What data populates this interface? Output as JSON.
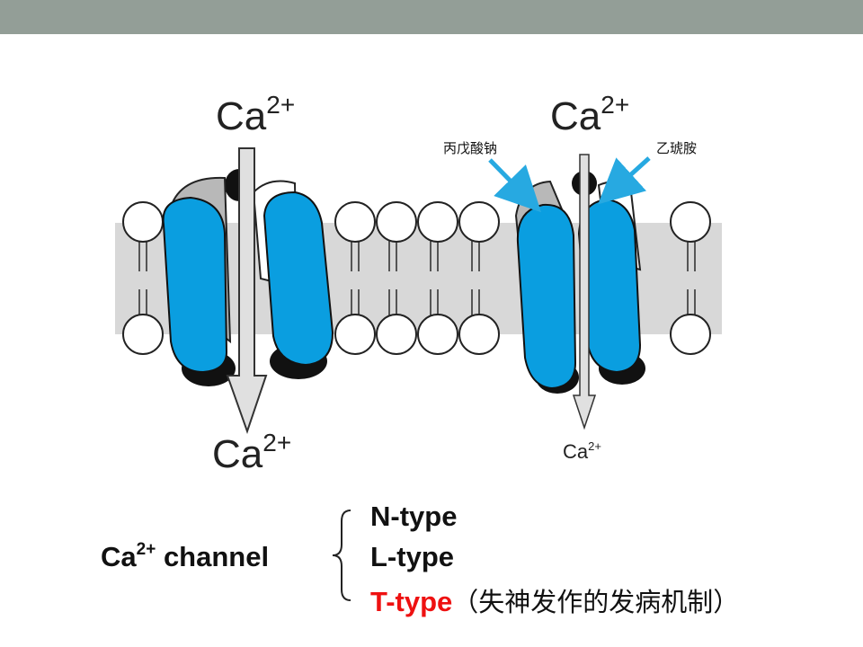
{
  "diagram": {
    "left_channel": {
      "ion_top": "Ca",
      "ion_top_charge": "2+",
      "ion_bottom": "Ca",
      "ion_bottom_charge": "2+"
    },
    "right_channel": {
      "ion_top": "Ca",
      "ion_top_charge": "2+",
      "ion_bottom": "Ca",
      "ion_bottom_charge": "2+",
      "drug_left": "丙戊酸钠",
      "drug_right": "乙琥胺"
    },
    "colors": {
      "channel_blue": "#0a9ee0",
      "membrane_gray": "#d8d8d8",
      "arrow_gray": "#e0e0e0",
      "drug_arrow": "#27a9e1",
      "header_bar": "#939e97"
    }
  },
  "legend": {
    "channel_label": "Ca",
    "channel_charge": "2+",
    "channel_suffix": "channel",
    "types": {
      "n": "N-type",
      "l": "L-type",
      "t": "T-type",
      "t_note": "（失神发作的发病机制）"
    },
    "t_color": "#ee1111"
  }
}
